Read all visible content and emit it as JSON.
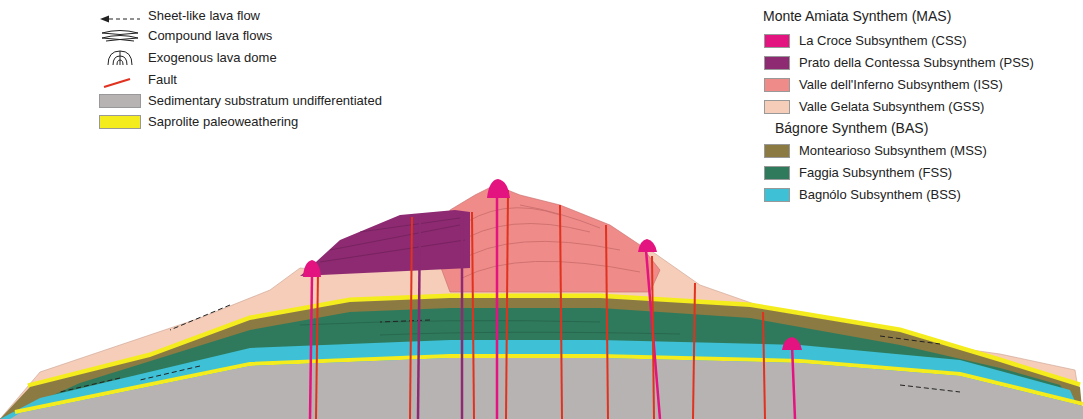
{
  "diagram": {
    "labels": [
      "Monte Amiata Synthem (MAS)",
      "Bágnore Synthem (BAS)"
    ],
    "legend": [
      {
        "text": "Sheet-like lava flow"
      },
      {
        "text": "Compound lava flows"
      },
      {
        "text": "Exogenous lava dome"
      },
      {
        "text": "Fault"
      },
      {
        "text": "Sedimentary substratum undifferentiated",
        "color": "#b8b3b3"
      },
      {
        "text": "Saprolite paleoweathering",
        "color": "#f4ec1c"
      },
      {
        "text": "La Croce Subsynthem (CSS)",
        "color": "#e3137f"
      },
      {
        "text": "Prato della Contessa Subsynthem (PSS)",
        "color": "#8e2a72"
      },
      {
        "text": "Valle dell'Inferno Subsynthem (ISS)",
        "color": "#ef8c8a"
      },
      {
        "text": "Valle Gelata Subsynthem (GSS)",
        "color": "#f6cdb8"
      },
      {
        "text": "Montearioso Subsynthem (MSS)",
        "color": "#8b7a42"
      },
      {
        "text": "Faggia Subsynthem (FSS)",
        "color": "#2f7a5c"
      },
      {
        "text": "Bagnólo Subsynthem (BSS)",
        "color": "#3ec0d6"
      }
    ]
  }
}
